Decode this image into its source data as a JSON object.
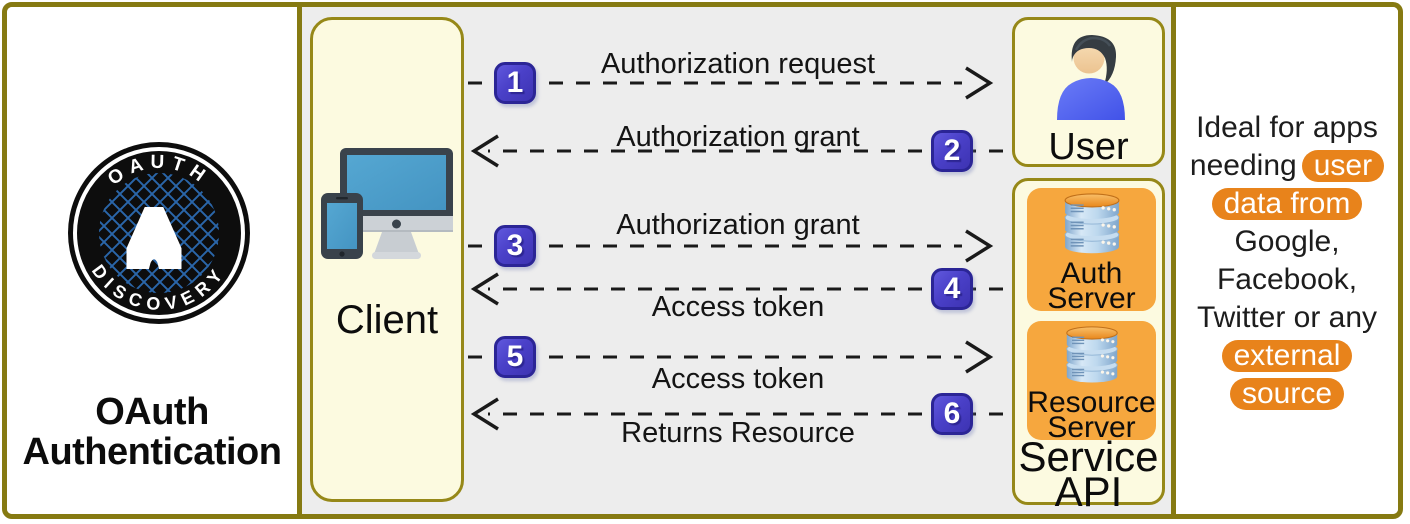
{
  "brand": {
    "logo": {
      "arc_top": "OAUTH",
      "arc_bottom": "DISCOVERY"
    },
    "title_line1": "OAuth",
    "title_line2": "Authentication"
  },
  "diagram": {
    "client_label": "Client",
    "user_label": "User",
    "auth_server_line1": "Auth",
    "auth_server_line2": "Server",
    "resource_server_line1": "Resource",
    "resource_server_line2": "Server",
    "service_line1": "Service",
    "service_line2": "API",
    "flows": [
      {
        "num": "1",
        "label": "Authorization request",
        "direction": "right"
      },
      {
        "num": "2",
        "label": "Authorization grant",
        "direction": "left"
      },
      {
        "num": "3",
        "label": "Authorization grant",
        "direction": "right"
      },
      {
        "num": "4",
        "label": "Access token",
        "direction": "left"
      },
      {
        "num": "5",
        "label": "Access token",
        "direction": "right"
      },
      {
        "num": "6",
        "label": "Returns Resource",
        "direction": "left"
      }
    ]
  },
  "note": {
    "line1": "Ideal for apps",
    "line2_text": "needing",
    "line2_highlight": "user",
    "line3_highlight": "data from",
    "line4": "Google,",
    "line5": "Facebook,",
    "line6": "Twitter or any",
    "line7_highlight": "external",
    "line8_highlight": "source"
  },
  "colors": {
    "frame_olive": "#867a12",
    "box_cream": "#fcfae0",
    "panel_gray": "#ededed",
    "badge_blue": "#4a40c8",
    "server_orange": "#f6a73e",
    "highlight_orange": "#e8831b"
  }
}
